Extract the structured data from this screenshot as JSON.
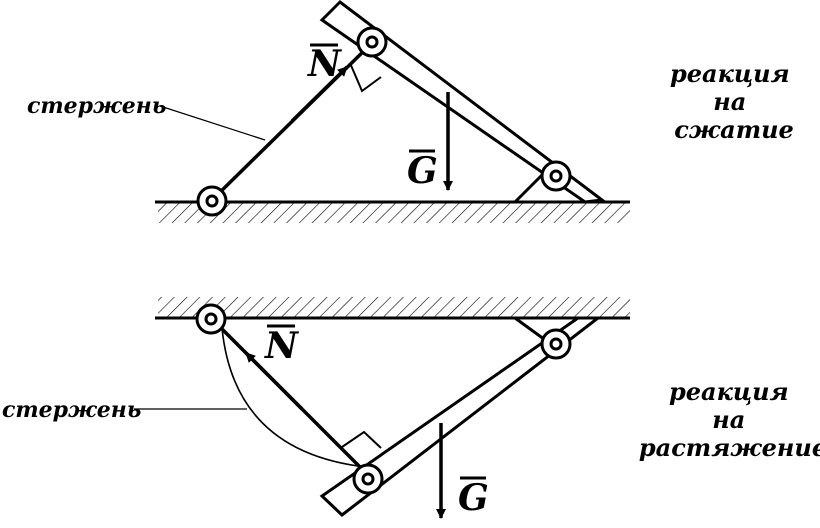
{
  "labels": {
    "rod_top": "стержень",
    "rod_bottom": "стержень",
    "force_n_top": "N",
    "force_g_top": "G",
    "force_n_bottom": "N",
    "force_g_bottom": "G",
    "reaction_top": [
      "реакция",
      "на",
      "сжатие"
    ],
    "reaction_bottom": [
      "реакция",
      "на",
      "растяжение"
    ]
  }
}
